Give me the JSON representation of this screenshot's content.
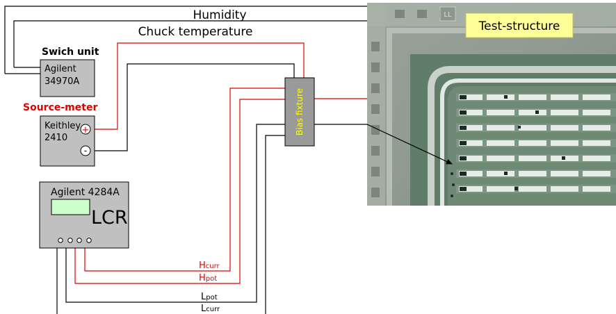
{
  "labels": {
    "humidity": "Humidity",
    "chuck_temperature": "Chuck temperature",
    "switch_unit": "Swich unit",
    "switch_model_line1": "Agilent",
    "switch_model_line2": "34970A",
    "source_meter": "Source-meter",
    "keithley_line1": "Keithley",
    "keithley_line2": "2410",
    "plus": "+",
    "minus": "-",
    "lcr_model": "Agilent 4284A",
    "lcr": "LCR",
    "bias_fixture": "Bias fixture",
    "test_structure": "Test-structure",
    "hcurr_main": "H",
    "hcurr_sub": "curr",
    "hpot_main": "H",
    "hpot_sub": "pot",
    "lpot_main": "L",
    "lpot_sub": "pot",
    "lcurr_main": "L",
    "lcurr_sub": "curr",
    "chip_mark": "LL"
  },
  "colors": {
    "wire_black": "#000000",
    "wire_red": "#e00000",
    "instrument_fill": "#c0c0c0",
    "fixture_fill": "#9a9a9a",
    "fixture_text": "#ffff00",
    "callout_fill": "#ffff99",
    "lcd_fill": "#ccffcc",
    "label_red": "#e00000"
  }
}
